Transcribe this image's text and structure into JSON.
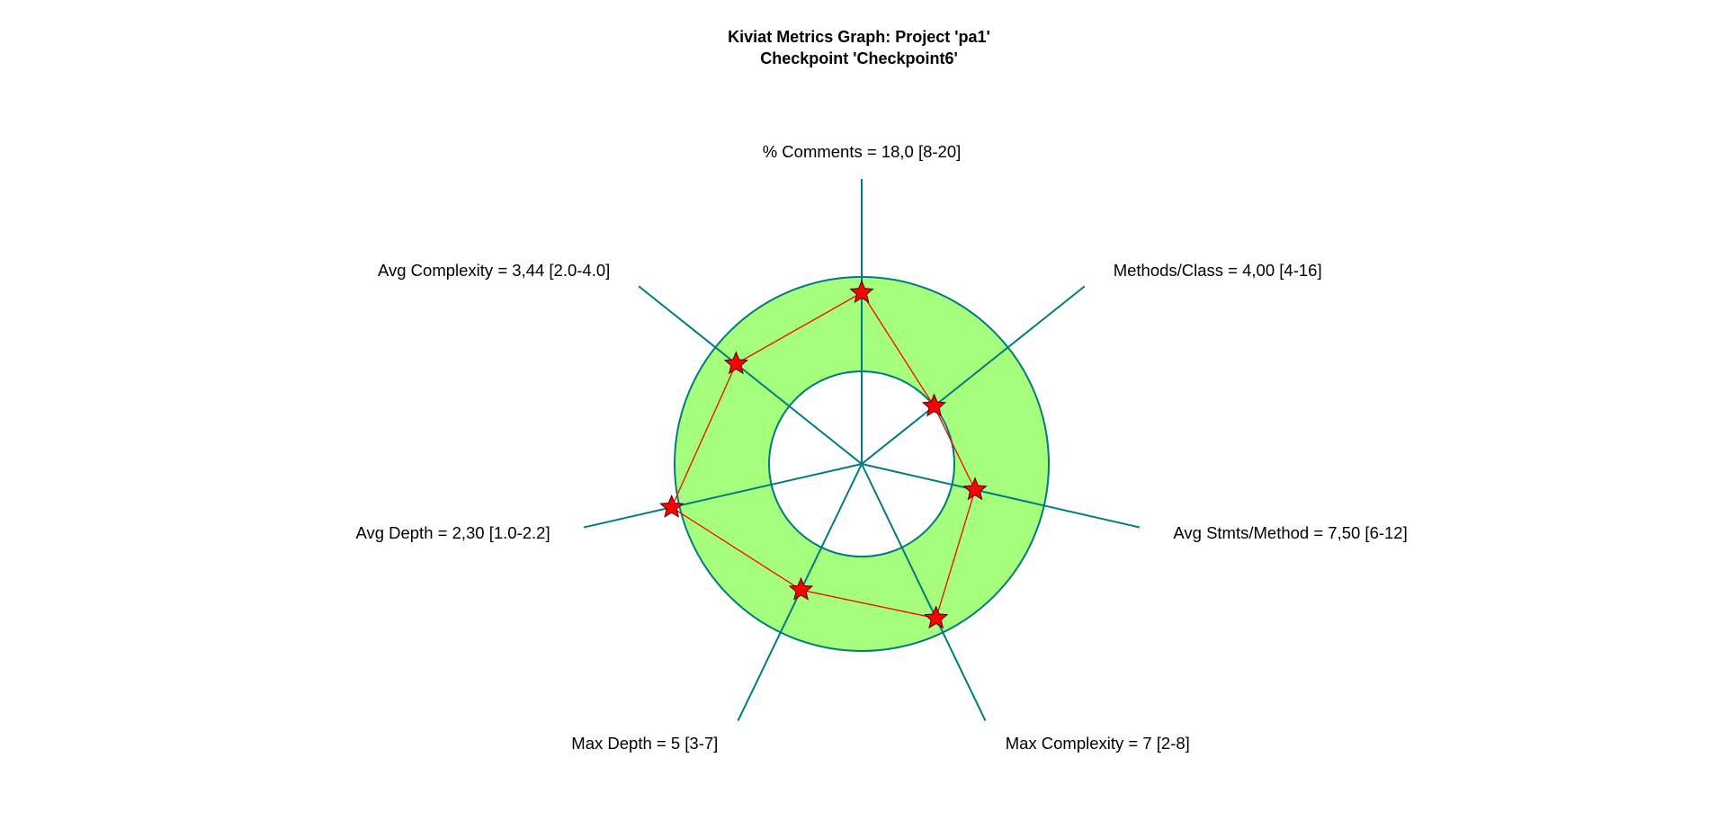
{
  "chart_data": {
    "type": "radar",
    "title": "Kiviat Metrics Graph: Project 'pa1'",
    "subtitle": "Checkpoint 'Checkpoint6'",
    "colors": {
      "band_fill": "#a6ff7c",
      "axis": "#007b80",
      "series_line": "#ff0000",
      "marker_fill": "#ff0000",
      "marker_stroke": "#4a0000"
    },
    "axes": [
      {
        "label": "% Comments = 18,0 [8-20]",
        "value": 18.0,
        "range": [
          8,
          20
        ]
      },
      {
        "label": "Methods/Class = 4,00 [4-16]",
        "value": 4.0,
        "range": [
          4,
          16
        ]
      },
      {
        "label": "Avg Stmts/Method = 7,50 [6-12]",
        "value": 7.5,
        "range": [
          6,
          12
        ]
      },
      {
        "label": "Max Complexity = 7 [2-8]",
        "value": 7,
        "range": [
          2,
          8
        ]
      },
      {
        "label": "Max Depth = 5 [3-7]",
        "value": 5,
        "range": [
          3,
          7
        ]
      },
      {
        "label": "Avg Depth = 2,30 [1.0-2.2]",
        "value": 2.3,
        "range": [
          1.0,
          2.2
        ]
      },
      {
        "label": "Avg Complexity = 3,44 [2.0-4.0]",
        "value": 3.44,
        "range": [
          2.0,
          4.0
        ]
      }
    ]
  }
}
